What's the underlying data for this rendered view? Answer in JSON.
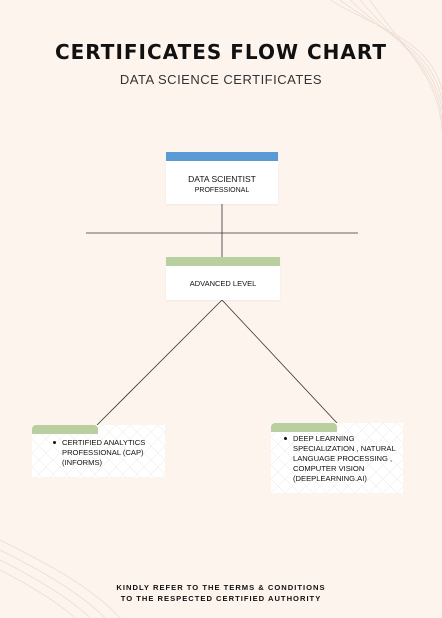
{
  "title": "CERTIFICATES FLOW CHART",
  "subtitle": "DATA SCIENCE CERTIFICATES",
  "nodes": {
    "top": {
      "line1": "DATA SCIENTIST",
      "line2": "PROFESSIONAL",
      "accent": "#5b9bd5"
    },
    "middle": {
      "label": "ADVANCED LEVEL",
      "accent": "#b9cfa0"
    },
    "left": {
      "text": "CERTIFIED ANALYTICS PROFESSIONAL (CAP) (INFORMS)",
      "accent": "#b9cfa0"
    },
    "right": {
      "text": "DEEP LEARNING SPECIALIZATION , NATURAL LANGUAGE PROCESSING , COMPUTER VISION (DEEPLEARNING.AI)",
      "accent": "#b9cfa0"
    }
  },
  "footer": {
    "line1": "KINDLY REFER TO THE TERMS & CONDITIONS",
    "line2": "TO THE RESPECTED CERTIFIED AUTHORITY"
  }
}
